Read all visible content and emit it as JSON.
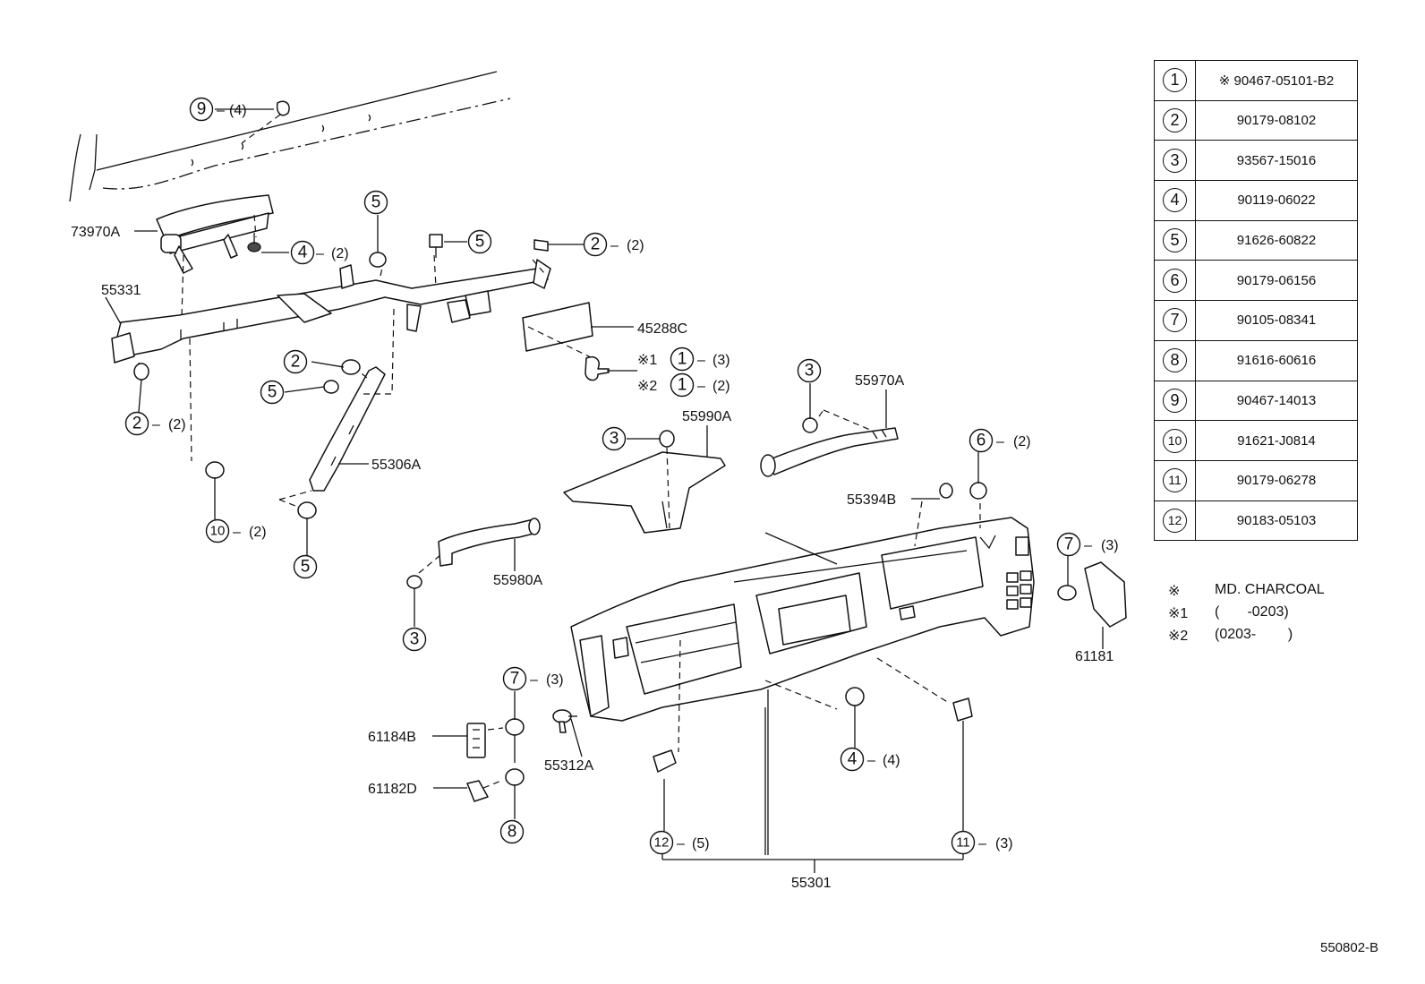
{
  "callout_numbers": [
    "1",
    "2",
    "3",
    "4",
    "5",
    "6",
    "7",
    "8",
    "9",
    "10",
    "11",
    "12"
  ],
  "legend": [
    {
      "num": "1",
      "part": "※ 90467-05101-B2"
    },
    {
      "num": "2",
      "part": "90179-08102"
    },
    {
      "num": "3",
      "part": "93567-15016"
    },
    {
      "num": "4",
      "part": "90119-06022"
    },
    {
      "num": "5",
      "part": "91626-60822"
    },
    {
      "num": "6",
      "part": "90179-06156"
    },
    {
      "num": "7",
      "part": "90105-08341"
    },
    {
      "num": "8",
      "part": "91616-60616"
    },
    {
      "num": "9",
      "part": "90467-14013"
    },
    {
      "num": "10",
      "part": "91621-J0814"
    },
    {
      "num": "11",
      "part": "90179-06278"
    },
    {
      "num": "12",
      "part": "90183-05103"
    }
  ],
  "notes": [
    {
      "sym": "※",
      "text": "MD. CHARCOAL"
    },
    {
      "sym": "※1",
      "text": "(       -0203)"
    },
    {
      "sym": "※2",
      "text": "(0203-        )"
    }
  ],
  "parts": {
    "p73970A": "73970A",
    "p55331": "55331",
    "p45288C": "45288C",
    "p55306A": "55306A",
    "p55970A": "55970A",
    "p55990A": "55990A",
    "p55980A": "55980A",
    "p55394B": "55394B",
    "p61181": "61181",
    "p61184B": "61184B",
    "p61182D": "61182D",
    "p55312A": "55312A",
    "p55301": "55301"
  },
  "qty": {
    "q2": "(2)",
    "q3": "(3)",
    "q4": "(4)",
    "q5": "(5)"
  },
  "note_marks": {
    "m1": "※1",
    "m2": "※2"
  },
  "drawing_code": "550802-B"
}
